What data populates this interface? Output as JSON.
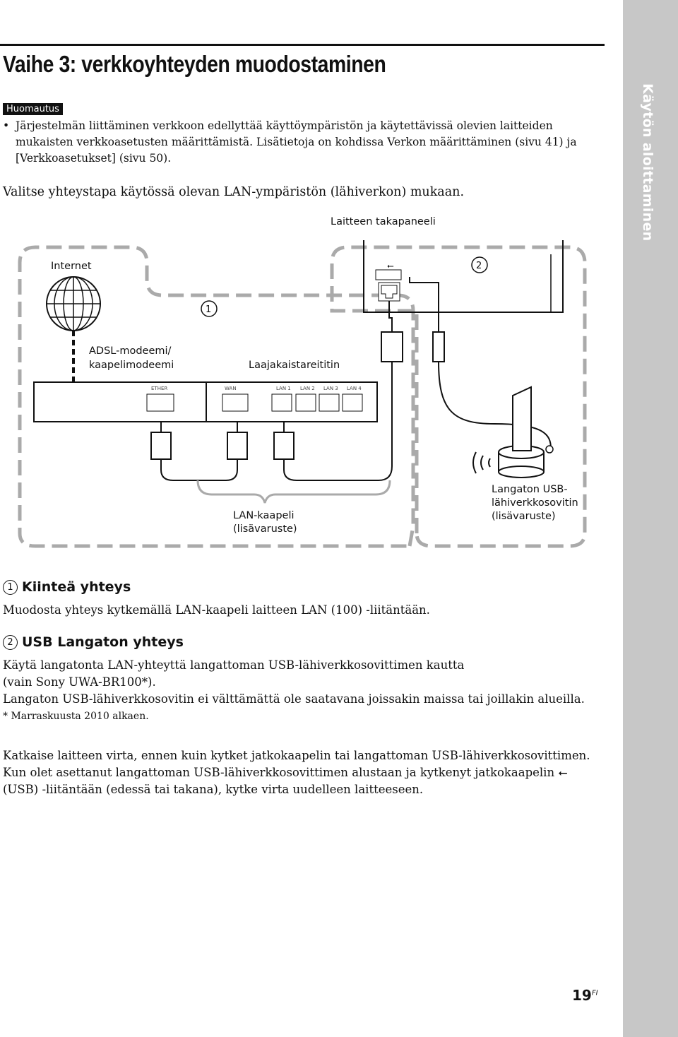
{
  "header": {
    "title": "Vaihe 3: verkkoyhteyden muodostaminen"
  },
  "sidebar": {
    "label": "Käytön aloittaminen"
  },
  "note": {
    "badge": "Huomautus",
    "bullet": "•",
    "text": "Järjestelmän liittäminen verkkoon edellyttää käyttöympäristön ja käytettävissä olevien laitteiden mukaisten verkkoasetusten määrittämistä. Lisätietoja on kohdissa Verkon määrittäminen (sivu 41) ja [Verkkoasetukset] (sivu 50)."
  },
  "intro": "Valitse yhteystapa käytössä olevan LAN-ympäristön (lähiverkon) mukaan.",
  "diagram": {
    "back_panel": "Laitteen takapaneeli",
    "internet": "Internet",
    "modem_line1": "ADSL-modeemi/",
    "modem_line2": "kaapelimodeemi",
    "router": "Laajakaistareititin",
    "port_ether": "ETHER",
    "port_wan": "WAN",
    "port_lan1": "LAN 1",
    "port_lan2": "LAN 2",
    "port_lan3": "LAN 3",
    "port_lan4": "LAN 4",
    "marker1": "1",
    "marker2": "2",
    "cable_line1": "LAN-kaapeli",
    "cable_line2": "(lisävaruste)",
    "adapter_line1": "Langaton USB-",
    "adapter_line2": "lähiverkkosovitin",
    "adapter_line3": "(lisävaruste)"
  },
  "section1": {
    "num": "1",
    "heading": "Kiinteä yhteys",
    "text": "Muodosta yhteys kytkemällä LAN-kaapeli laitteen LAN (100) -liitäntään."
  },
  "section2": {
    "num": "2",
    "heading": "USB Langaton yhteys",
    "line1": "Käytä langatonta LAN-yhteyttä langattoman USB-lähiverkkosovittimen kautta",
    "line2": "(vain Sony UWA-BR100*).",
    "line3": "Langaton USB-lähiverkkosovitin ei välttämättä ole saatavana joissakin maissa tai joillakin alueilla.",
    "footnote": "*  Marraskuusta 2010 alkaen."
  },
  "closing": {
    "line1": "Katkaise laitteen virta, ennen kuin kytket jatkokaapelin tai langattoman USB-lähiverkkosovittimen.",
    "line2": "Kun olet asettanut langattoman USB-lähiverkkosovittimen alustaan ja kytkenyt jatkokaapelin",
    "usb_symbol": "⭠",
    "line3": "(USB) -liitäntään (edessä tai takana), kytke virta uudelleen laitteeseen."
  },
  "page": {
    "number": "19",
    "suffix": "FI"
  }
}
